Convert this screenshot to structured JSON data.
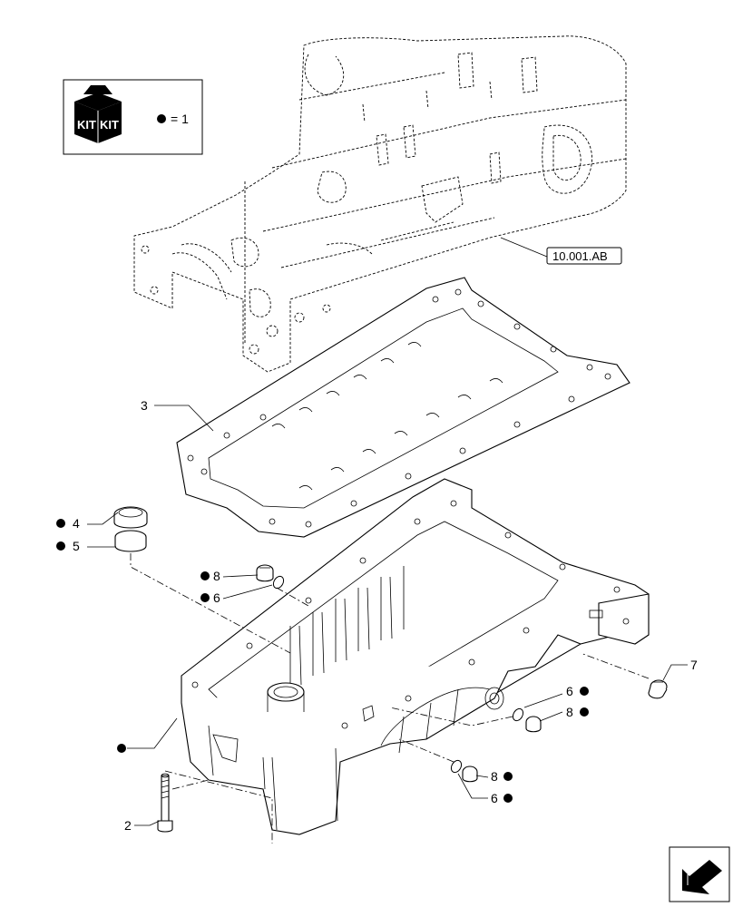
{
  "kit_legend": {
    "kit_word_left": "KIT",
    "kit_word_right": "KIT",
    "equals_text": "= 1"
  },
  "reference": {
    "label": "10.001.AB"
  },
  "callouts": [
    {
      "id": "c3",
      "label": "3",
      "kit_dot": false
    },
    {
      "id": "c4",
      "label": "4",
      "kit_dot": true
    },
    {
      "id": "c5",
      "label": "5",
      "kit_dot": true
    },
    {
      "id": "c8a",
      "label": "8",
      "kit_dot": true
    },
    {
      "id": "c6a",
      "label": "6",
      "kit_dot": true
    },
    {
      "id": "c7",
      "label": "7",
      "kit_dot": false
    },
    {
      "id": "c6b",
      "label": "6",
      "kit_dot": true
    },
    {
      "id": "c8b",
      "label": "8",
      "kit_dot": true
    },
    {
      "id": "c8c",
      "label": "8",
      "kit_dot": true
    },
    {
      "id": "c6c",
      "label": "6",
      "kit_dot": true
    },
    {
      "id": "c2",
      "label": "2",
      "kit_dot": false
    },
    {
      "id": "c1",
      "label": "",
      "kit_dot": true
    }
  ],
  "icons": {
    "kit": "kit-box-icon",
    "nav": "next-page-arrow-icon"
  }
}
